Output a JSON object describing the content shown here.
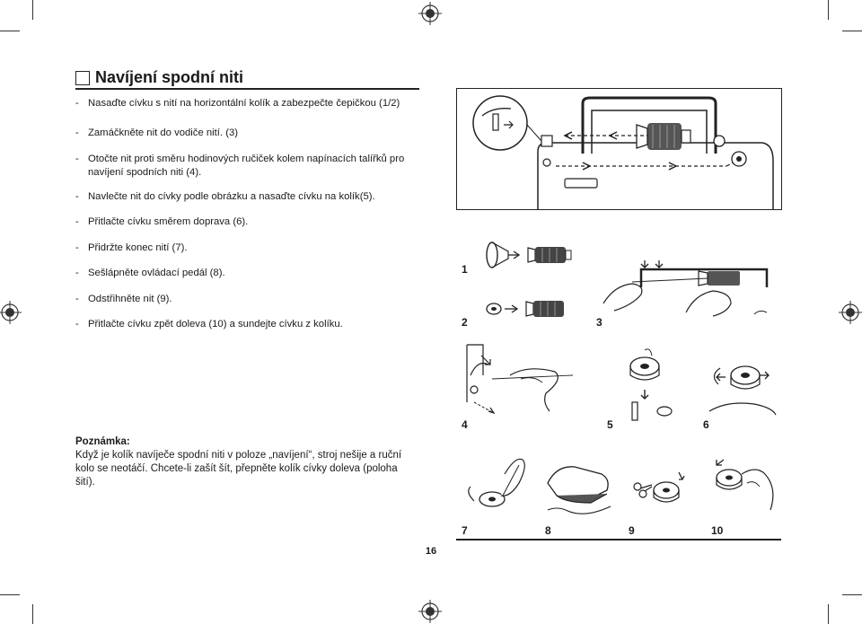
{
  "page": {
    "title": "Navíjení spodní niti",
    "page_number": "16"
  },
  "steps": [
    "Nasaďte cívku s nití na horizontální kolík a zabezpečte čepičkou (1/2)",
    "Zamáčkněte nit do vodiče nití. (3)",
    "Otočte nit proti směru hodinových ručiček kolem napínacích talířků pro navíjení spodních niti (4).",
    "Navlečte nit do cívky podle obrázku a nasaďte cívku na kolík(5).",
    "Přitlačte cívku směrem doprava (6).",
    "Přidržte konec nití (7).",
    "Sešlápněte ovládací pedál (8).",
    "Odstřihněte nit (9).",
    "Přitlačte cívku zpět doleva (10) a sundejte cívku z kolíku."
  ],
  "step_dash": "-",
  "note": {
    "title": "Poznámka:",
    "text": "Když je kolík navíječe spodní niti v poloze „navíjení“, stroj nešije a ruční kolo se neotáčí. Chcete-li zašít šít, přepněte kolík cívky doleva (poloha šití)."
  },
  "figure_labels": [
    "1",
    "2",
    "3",
    "4",
    "5",
    "6",
    "7",
    "8",
    "9",
    "10"
  ]
}
